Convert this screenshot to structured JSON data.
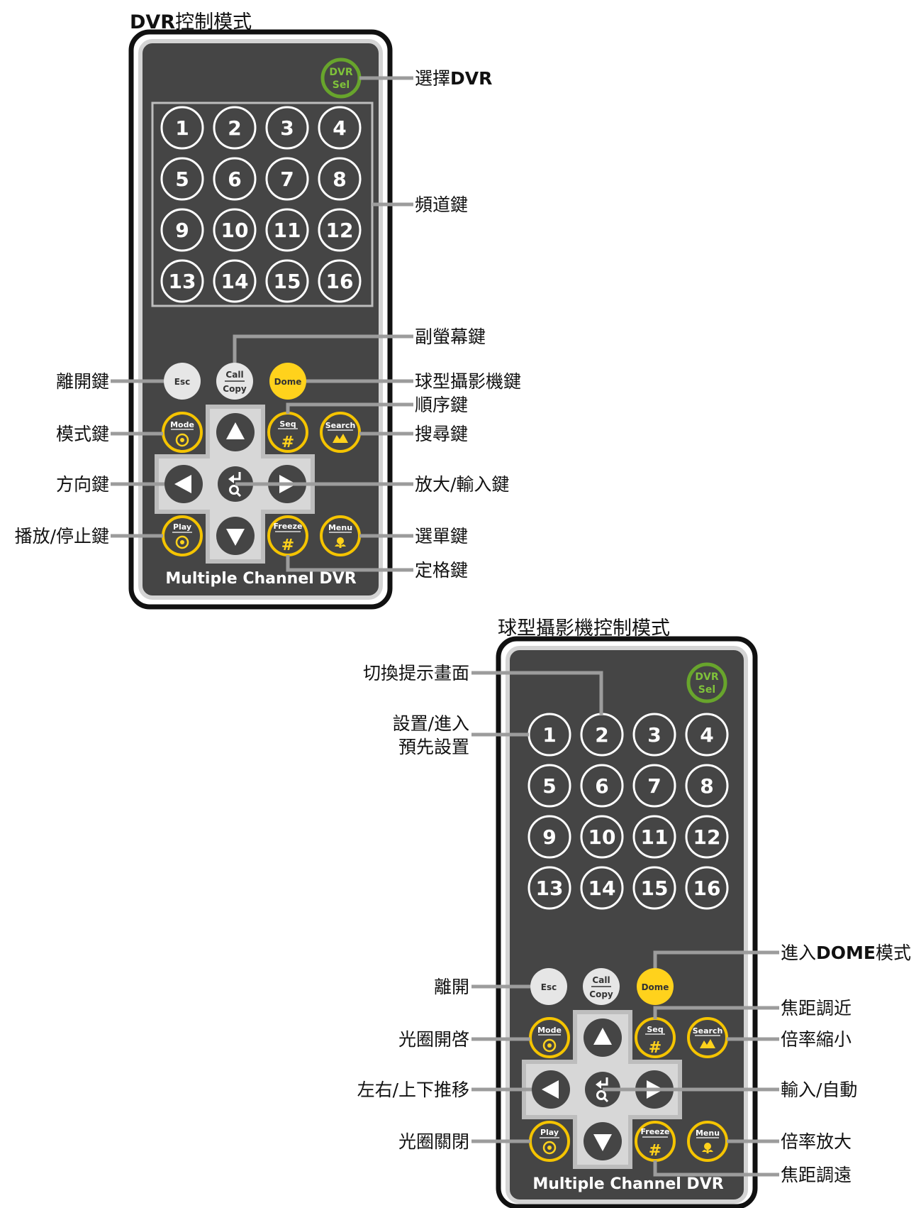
{
  "diagram1": {
    "title_bold": "DVR",
    "title_rest": "控制模式",
    "brand": "Multiple Channel DVR",
    "sel_top": "DVR",
    "sel_bottom": "Sel",
    "numbers": [
      "1",
      "2",
      "3",
      "4",
      "5",
      "6",
      "7",
      "8",
      "9",
      "10",
      "11",
      "12",
      "13",
      "14",
      "15",
      "16"
    ],
    "keys": {
      "esc": "Esc",
      "call": "Call",
      "copy": "Copy",
      "dome": "Dome",
      "mode": "Mode",
      "seq": "Seq",
      "search": "Search",
      "play": "Play",
      "freeze": "Freeze",
      "menu": "Menu"
    },
    "labels_right": {
      "dvr_sel_prefix": "選擇",
      "dvr_sel_bold": "DVR",
      "channel": "頻道鍵",
      "sub_screen": "副螢幕鍵",
      "dome": "球型攝影機鍵",
      "seq": "順序鍵",
      "search": "搜尋鍵",
      "zoom_enter": "放大/輸入鍵",
      "menu": "選單鍵",
      "freeze": "定格鍵"
    },
    "labels_left": {
      "esc": "離開鍵",
      "mode": "模式鍵",
      "direction": "方向鍵",
      "play": "播放/停止鍵"
    }
  },
  "diagram2": {
    "title": "球型攝影機控制模式",
    "brand": "Multiple Channel DVR",
    "sel_top": "DVR",
    "sel_bottom": "Sel",
    "numbers": [
      "1",
      "2",
      "3",
      "4",
      "5",
      "6",
      "7",
      "8",
      "9",
      "10",
      "11",
      "12",
      "13",
      "14",
      "15",
      "16"
    ],
    "keys": {
      "esc": "Esc",
      "call": "Call",
      "copy": "Copy",
      "dome": "Dome",
      "mode": "Mode",
      "seq": "Seq",
      "search": "Search",
      "play": "Play",
      "freeze": "Freeze",
      "menu": "Menu"
    },
    "labels_left": {
      "switch_screen": "切換提示畫面",
      "preset_line1": "設置/進入",
      "preset_line2": "預先設置",
      "leave": "離開",
      "iris_open": "光圈開啓",
      "pan_tilt": "左右/上下推移",
      "iris_close": "光圈關閉"
    },
    "labels_right": {
      "enter_dome_prefix": "進入",
      "enter_dome_bold": "DOME",
      "enter_dome_suffix": "模式",
      "focus_near": "焦距調近",
      "zoom_out": "倍率縮小",
      "enter_auto": "輸入/自動",
      "zoom_in": "倍率放大",
      "focus_far": "焦距調遠"
    }
  },
  "colors": {
    "body": "#454545",
    "outline": "#111111",
    "inner_border": "#d4d4d4",
    "yellow": "#ffd21c",
    "yellow_ring": "#f5c400",
    "green_ring": "#68a52c",
    "green_text": "#7fc23a",
    "light_key": "#e6e6e6",
    "dpad": "#bdbdbd",
    "leader": "#9c9c9c"
  },
  "icons": [
    "triangle-up-icon",
    "triangle-down-icon",
    "triangle-left-icon",
    "triangle-right-icon",
    "enter-magnify-icon",
    "hash-icon",
    "aperture-icon",
    "mountain-icon",
    "flower-icon"
  ]
}
